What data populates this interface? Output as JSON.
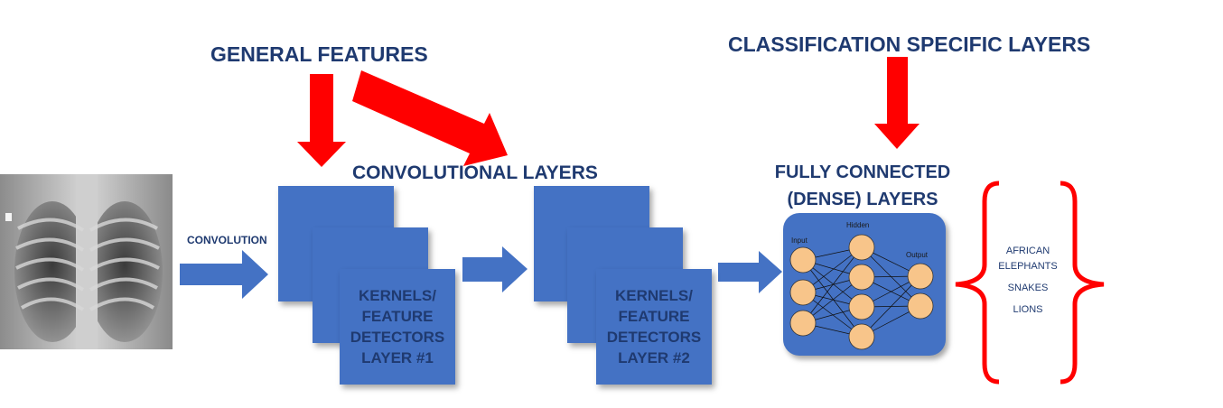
{
  "headings": {
    "general_features": "GENERAL FEATURES",
    "classification_specific": "CLASSIFICATION SPECIFIC LAYERS",
    "convolutional_layers": "CONVOLUTIONAL LAYERS",
    "fully_connected_line1": "FULLY CONNECTED",
    "fully_connected_line2": "(DENSE) LAYERS"
  },
  "convolution_label": "CONVOLUTION",
  "layer1": {
    "line1": "KERNELS/",
    "line2": "FEATURE",
    "line3": "DETECTORS",
    "line4": "LAYER #1"
  },
  "layer2": {
    "line1": "KERNELS/",
    "line2": "FEATURE",
    "line3": "DETECTORS",
    "line4": "LAYER #2"
  },
  "network": {
    "input_label": "Input",
    "hidden_label": "Hidden",
    "output_label": "Output"
  },
  "classes": {
    "line1": "AFRICAN",
    "line2": "ELEPHANTS",
    "line3": "SNAKES",
    "line4": "LIONS"
  },
  "colors": {
    "heading": "#1f3a70",
    "box_fill": "#4472c4",
    "arrow_red": "#ff0000",
    "node_fill": "#f8c58a",
    "brace_red": "#ff0000"
  },
  "icons": [
    "chest-xray-image",
    "neural-network-diagram",
    "curly-brace"
  ]
}
